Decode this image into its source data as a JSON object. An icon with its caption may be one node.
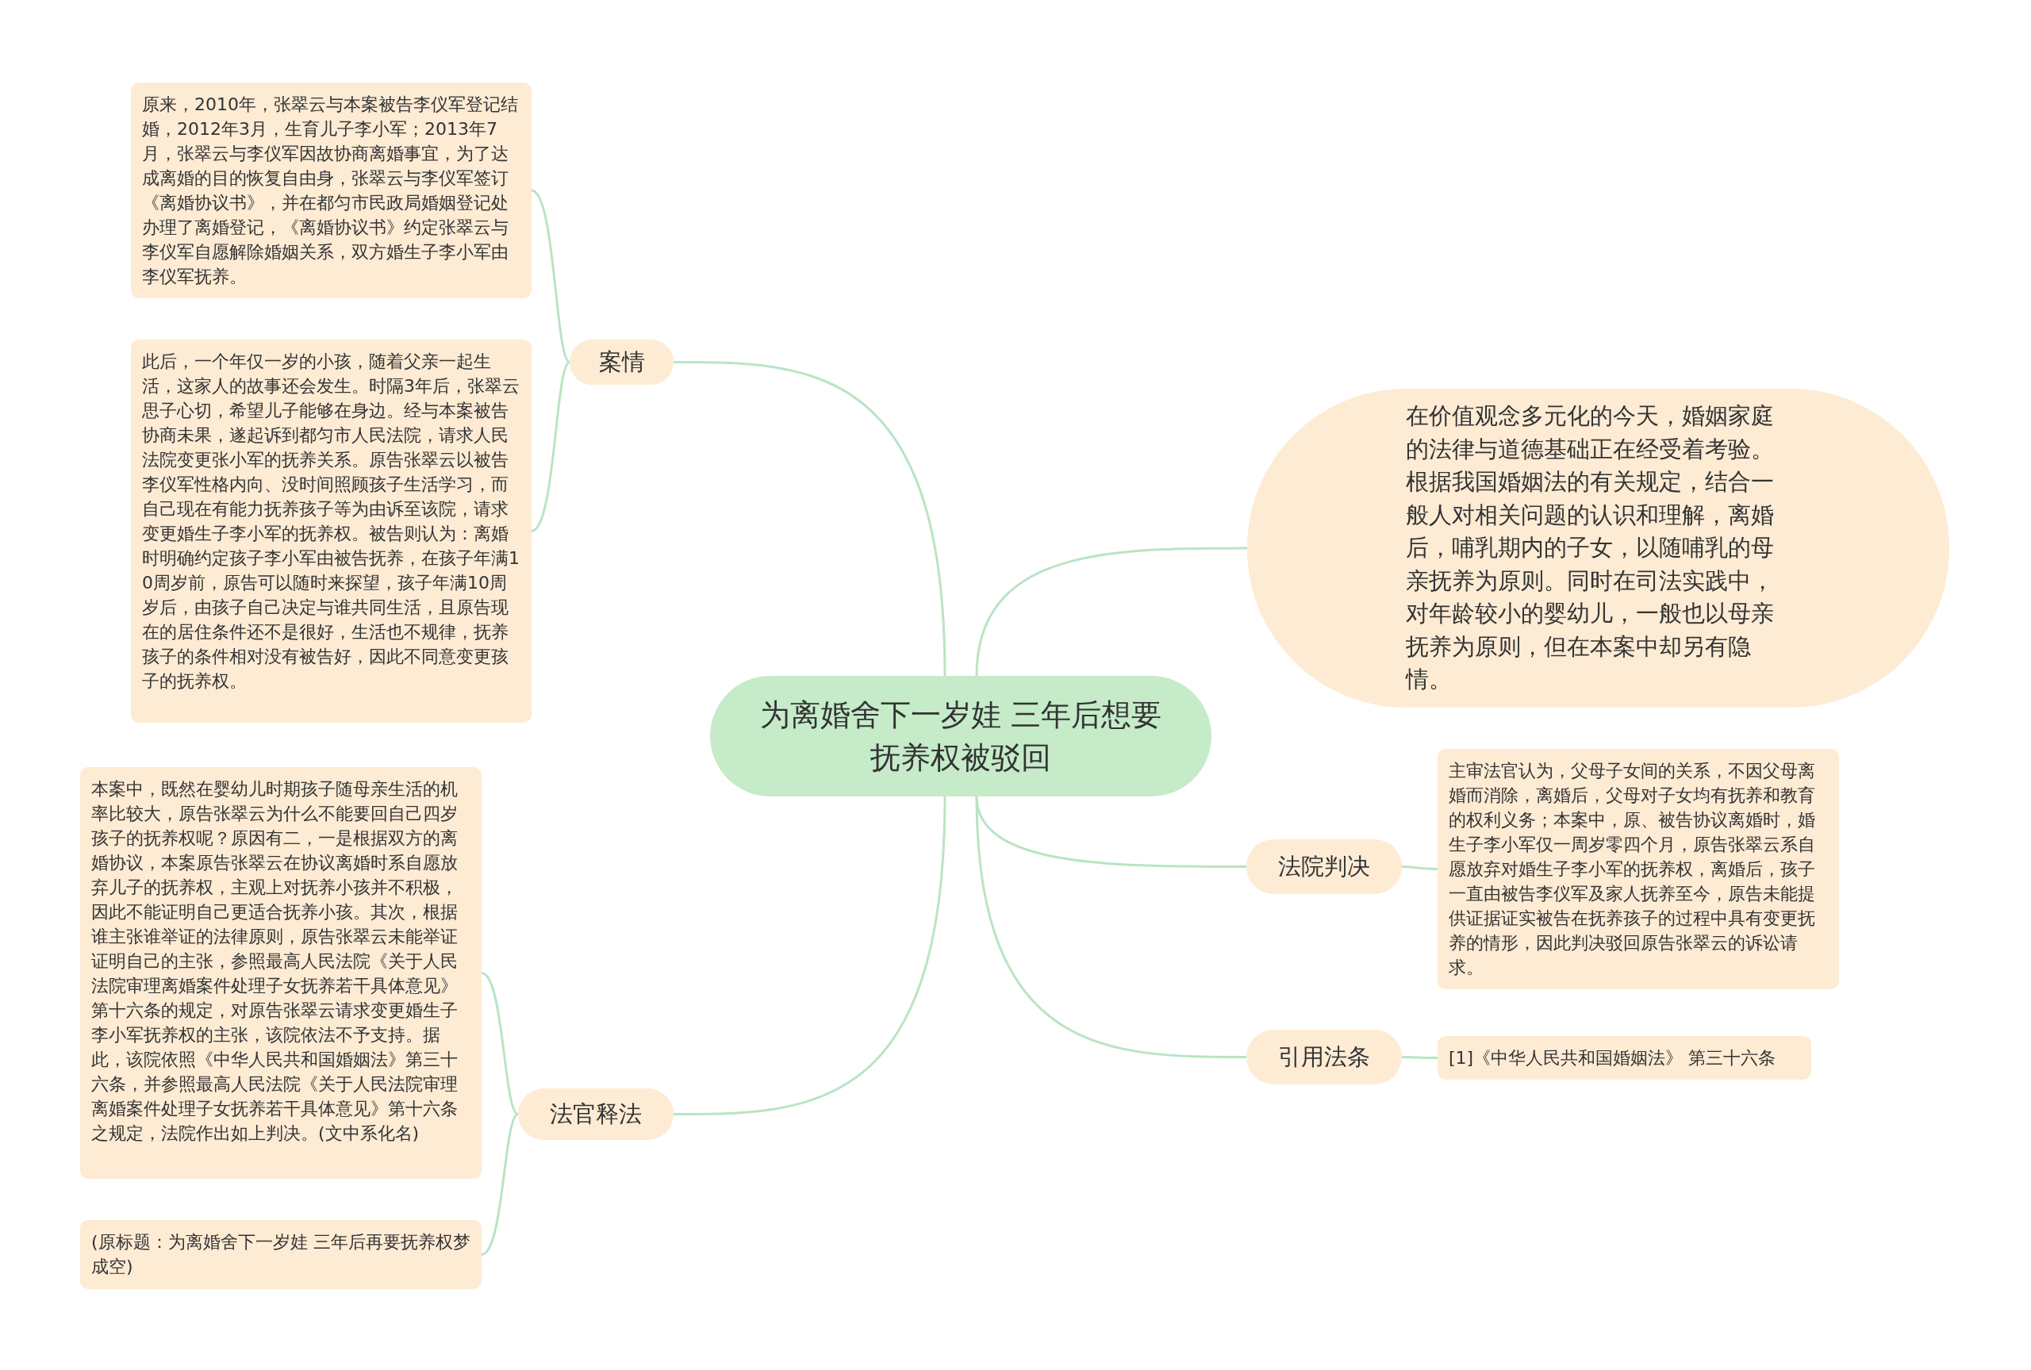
{
  "diagram": {
    "nodes": [
      {
        "text": [
          "为离婚舍下一岁娃 三年后想要抚养权被驳回"
        ]
      },
      {
        "text": [
          "案情"
        ]
      },
      {
        "text": [
          "原来，2010年，张翠云与本案被告李仪军登记结婚，2012年3月，生育儿子李小军；2013年7月，张翠云与李仪军因故协商离婚事宜，为了达成离婚的目的恢复自由身，张翠云与李仪军签订《离婚协议书》，并在都匀市民政局婚姻登记处办理了离婚登记，《离婚协议书》约定张翠云与李仪军自愿解除婚姻关系，双方婚生子李小军由李仪军抚养。"
        ]
      },
      {
        "text": [
          "此后，一个年仅一岁的小孩，随着父亲一起生活，这家人的故事还会发生。时隔3年后，张翠云思子心切，希望儿子能够在身边。经与本案被告协商未果，遂起诉到都匀市人民法院，请求人民法院变更张小军的抚养关系。原告张翠云以被告李仪军性格内向、没时间照顾孩子生活学习，而自己现在有能力抚养孩子等为由诉至该院，请求变更婚生子李小军的抚养权。被告则认为：离婚时明确约定孩子李小军由被告抚养，在孩子年满10周岁前，原告可以随时来探望，孩子年满10周岁后，由孩子自己决定与谁共同生活，且原告现在的居住条件还不是很好，生活也不规律，抚养孩子的条件相对没有被告好，因此不同意变更孩子的抚养权。"
        ]
      },
      {
        "text": [
          "在价值观念多元化的今天，婚姻家庭的法律与道德基础正在经受着考验。根据我国婚姻法的有关规定，结合一般人对相关问题的认识和理解，离婚后，哺乳期内的子女，以随哺乳的母亲抚养为原则。同时在司法实践中，对年龄较小的婴幼儿，一般也以母亲抚养为原则，但在本案中却另有隐情。"
        ]
      },
      {
        "text": [
          "法院判决"
        ]
      },
      {
        "text": [
          "主审法官认为，父母子女间的关系，不因父母离婚而消除，离婚后，父母对子女均有抚养和教育的权利义务；本案中，原、被告协议离婚时，婚生子李小军仅一周岁零四个月，原告张翠云系自愿放弃对婚生子李小军的抚养权，离婚后，孩子一直由被告李仪军及家人抚养至今，原告未能提供证据证实被告在抚养孩子的过程中具有变更抚养的情形，因此判决驳回原告张翠云的诉讼请求。"
        ]
      },
      {
        "text": [
          "引用法条"
        ]
      },
      {
        "text": [
          "[1]《中华人民共和国婚姻法》 第三十六条"
        ]
      },
      {
        "text": [
          "法官释法"
        ]
      },
      {
        "text": [
          "本案中，既然在婴幼儿时期孩子随母亲生活的机率比较大，原告张翠云为什么不能要回自己四岁孩子的抚养权呢？原因有二，一是根据双方的离婚协议，本案原告张翠云在协议离婚时系自愿放弃儿子的抚养权，主观上对抚养小孩并不积极，因此不能证明自己更适合抚养小孩。其次，根据谁主张谁举证的法律原则，原告张翠云未能举证证明自己的主张，参照最高人民法院《关于人民法院审理离婚案件处理子女抚养若干具体意见》第十六条的规定，对原告张翠云请求变更婚生子李小军抚养权的主张，该院依法不予支持。据此，该院依照《中华人民共和国婚姻法》第三十六条，并参照最高人民法院《关于人民法院审理离婚案件处理子女抚养若干具体意见》第十六条之规定，法院作出如上判决。(文中系化名)"
        ]
      },
      {
        "text": [
          "(原标题：为离婚舍下一岁娃 三年后再要抚养权梦成空)"
        ]
      }
    ],
    "edges": [
      {
        "from": 0,
        "to": 1,
        "arrow": "none"
      },
      {
        "from": 1,
        "to": 2,
        "arrow": "none"
      },
      {
        "from": 1,
        "to": 3,
        "arrow": "none"
      },
      {
        "from": 0,
        "to": 4,
        "arrow": "none"
      },
      {
        "from": 0,
        "to": 5,
        "arrow": "none"
      },
      {
        "from": 5,
        "to": 6,
        "arrow": "none"
      },
      {
        "from": 0,
        "to": 7,
        "arrow": "none"
      },
      {
        "from": 7,
        "to": 8,
        "arrow": "none"
      },
      {
        "from": 0,
        "to": 9,
        "arrow": "none"
      },
      {
        "from": 9,
        "to": 10,
        "arrow": "none"
      },
      {
        "from": 9,
        "to": 11,
        "arrow": "none"
      }
    ]
  }
}
